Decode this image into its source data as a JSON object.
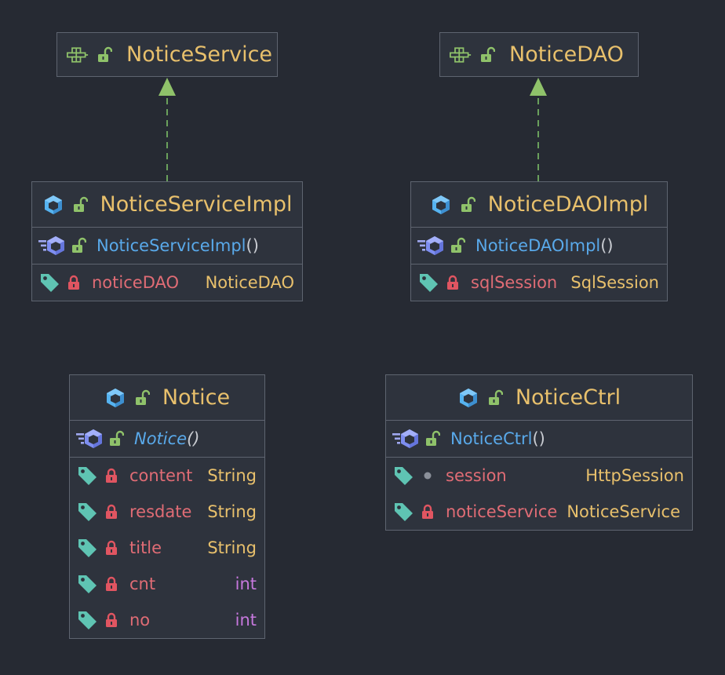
{
  "colors": {
    "background": "#262a33",
    "box_fill": "#2e333d",
    "border": "#5e6470",
    "class_name": "#e8c06c",
    "method_name": "#59a9ea",
    "field_name": "#e06c75",
    "type_primitive": "#c678dd",
    "arrow": "#6aa05c"
  },
  "icons": {
    "interface": "interface-icon",
    "class": "class-icon",
    "constructor": "constructor-icon",
    "field": "field-tag-icon",
    "public": "public-unlock-icon",
    "private": "private-lock-icon",
    "package_private": "package-dot-icon"
  },
  "interfaces": [
    {
      "name": "NoticeService"
    },
    {
      "name": "NoticeDAO"
    }
  ],
  "classes": {
    "notice_service_impl": {
      "name": "NoticeServiceImpl",
      "constructor": {
        "name": "NoticeServiceImpl",
        "parens": "()"
      },
      "fields": [
        {
          "name": "noticeDAO",
          "type": "NoticeDAO",
          "visibility": "private"
        }
      ]
    },
    "notice_dao_impl": {
      "name": "NoticeDAOImpl",
      "constructor": {
        "name": "NoticeDAOImpl",
        "parens": "()"
      },
      "fields": [
        {
          "name": "sqlSession",
          "type": "SqlSession",
          "visibility": "private"
        }
      ]
    },
    "notice": {
      "name": "Notice",
      "constructor": {
        "name": "Notice",
        "parens": "()"
      },
      "fields": [
        {
          "name": "content",
          "type": "String",
          "visibility": "private"
        },
        {
          "name": "resdate",
          "type": "String",
          "visibility": "private"
        },
        {
          "name": "title",
          "type": "String",
          "visibility": "private"
        },
        {
          "name": "cnt",
          "type": "int",
          "visibility": "private"
        },
        {
          "name": "no",
          "type": "int",
          "visibility": "private"
        }
      ]
    },
    "notice_ctrl": {
      "name": "NoticeCtrl",
      "constructor": {
        "name": "NoticeCtrl",
        "parens": "()"
      },
      "fields": [
        {
          "name": "session",
          "type": "HttpSession",
          "visibility": "package"
        },
        {
          "name": "noticeService",
          "type": "NoticeService",
          "visibility": "private"
        }
      ]
    }
  },
  "relations": [
    {
      "from": "NoticeServiceImpl",
      "to": "NoticeService",
      "kind": "implements"
    },
    {
      "from": "NoticeDAOImpl",
      "to": "NoticeDAO",
      "kind": "implements"
    }
  ]
}
